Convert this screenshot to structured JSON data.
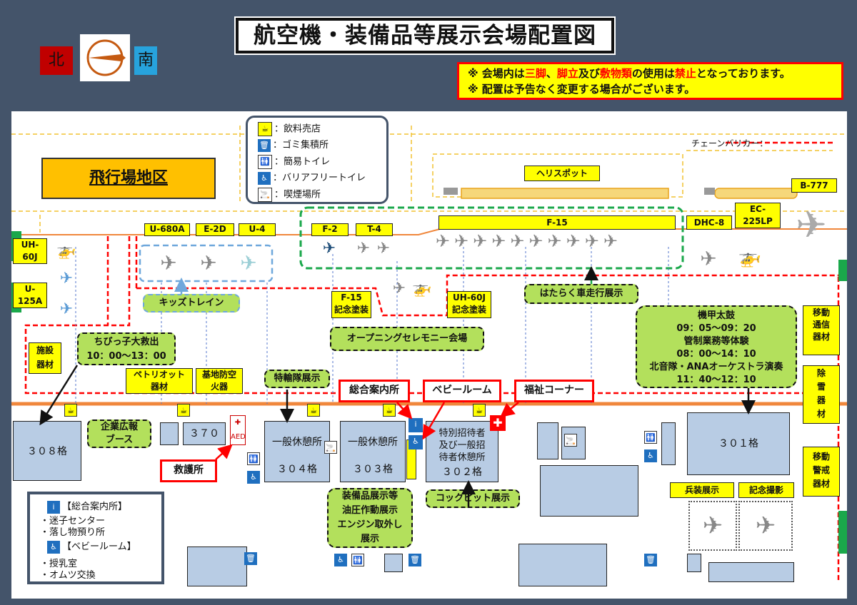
{
  "title": "航空機・装備品等展示会場配置図",
  "compass": {
    "north": "北",
    "south": "南"
  },
  "warning": {
    "line1_pre": "※ 会場内は",
    "line1_red1": "三脚",
    "line1_sep1": "、",
    "line1_red2": "脚立",
    "line1_mid": "及び",
    "line1_red3": "敷物類",
    "line1_mid2": "の使用は",
    "line1_red4": "禁止",
    "line1_post": "となっております。",
    "line2": "※ 配置は予告なく変更する場合がございます。"
  },
  "legend": {
    "food": "：飲料売店",
    "trash": "：ゴミ集積所",
    "toilet": "：簡易トイレ",
    "barrierfree": "：バリアフリートイレ",
    "smoking": "：喫煙場所"
  },
  "chain_label": "チェーンバリカー：",
  "airfield": "飛行場地区",
  "aircraft_labels": {
    "u680a": "U-680A",
    "e2d": "E-2D",
    "u4": "U-4",
    "f2": "F-2",
    "t4": "T-4",
    "f15": "F-15",
    "dhc8": "DHC-8",
    "ec225lp": "EC-\n225LP",
    "b777": "B-777",
    "uh60j": "UH-\n60J",
    "u125a": "U-\n125A"
  },
  "heliport": "ヘリスポット",
  "kids_train": "キッズトレイン",
  "f15_paint": "F-15\n記念塗装",
  "uh60j_paint": "UH-60J\n記念塗装",
  "working_vehicles": "はたらく車走行展示",
  "opening": "オープニングセレモニー会場",
  "chibikko": "ちびっ子大救出\n10：00～13：00",
  "kikou": "機甲太鼓\n09：05～09：20\n管制業務等体験\n08：00～14：10\n北音隊・ANAオーケストラ演奏\n11：40～12：10",
  "patriot": "ペトリオット\n器材",
  "base_defense": "基地防空\n火器",
  "facility_equip": "施設\n器材",
  "mobile_comm": "移動\n通信\n器材",
  "snow": "除\n雪\n器\n材",
  "mobile_alert": "移動\n警戒\n器材",
  "transport": "特輸隊展示",
  "info_desk": "総合案内所",
  "baby_room": "ベビールーム",
  "welfare": "福祉コーナー",
  "rescue": "救護所",
  "company_ad": "企業広報\nブース",
  "hangars": {
    "h308": "３０８格",
    "h370": "３７０",
    "h304a": "一般休憩所",
    "h304b": "３０４格",
    "h303a": "一般休憩所",
    "h303b": "３０３格",
    "h302a": "特別招待者\n及び一般招\n待者休憩所",
    "h302b": "３０２格",
    "h301": "３０１格"
  },
  "equipment_display": "装備品展示等\n油圧作動展示\nエンジン取外し\n展示",
  "cockpit": "コックピット展示",
  "weapon_display": "兵装展示",
  "photo": "記念撮影",
  "info_panel": {
    "head1": "【総合案内所】",
    "item1": "・迷子センター",
    "item2": "・落し物預り所",
    "head2": "【ベビールーム】",
    "item3": "・授乳室",
    "item4": "・オムツ交換"
  },
  "colors": {
    "background": "#44546a",
    "yellow": "#ffff00",
    "green": "#b3e05c",
    "hangar": "#b8cce4",
    "red": "#ff0000"
  }
}
